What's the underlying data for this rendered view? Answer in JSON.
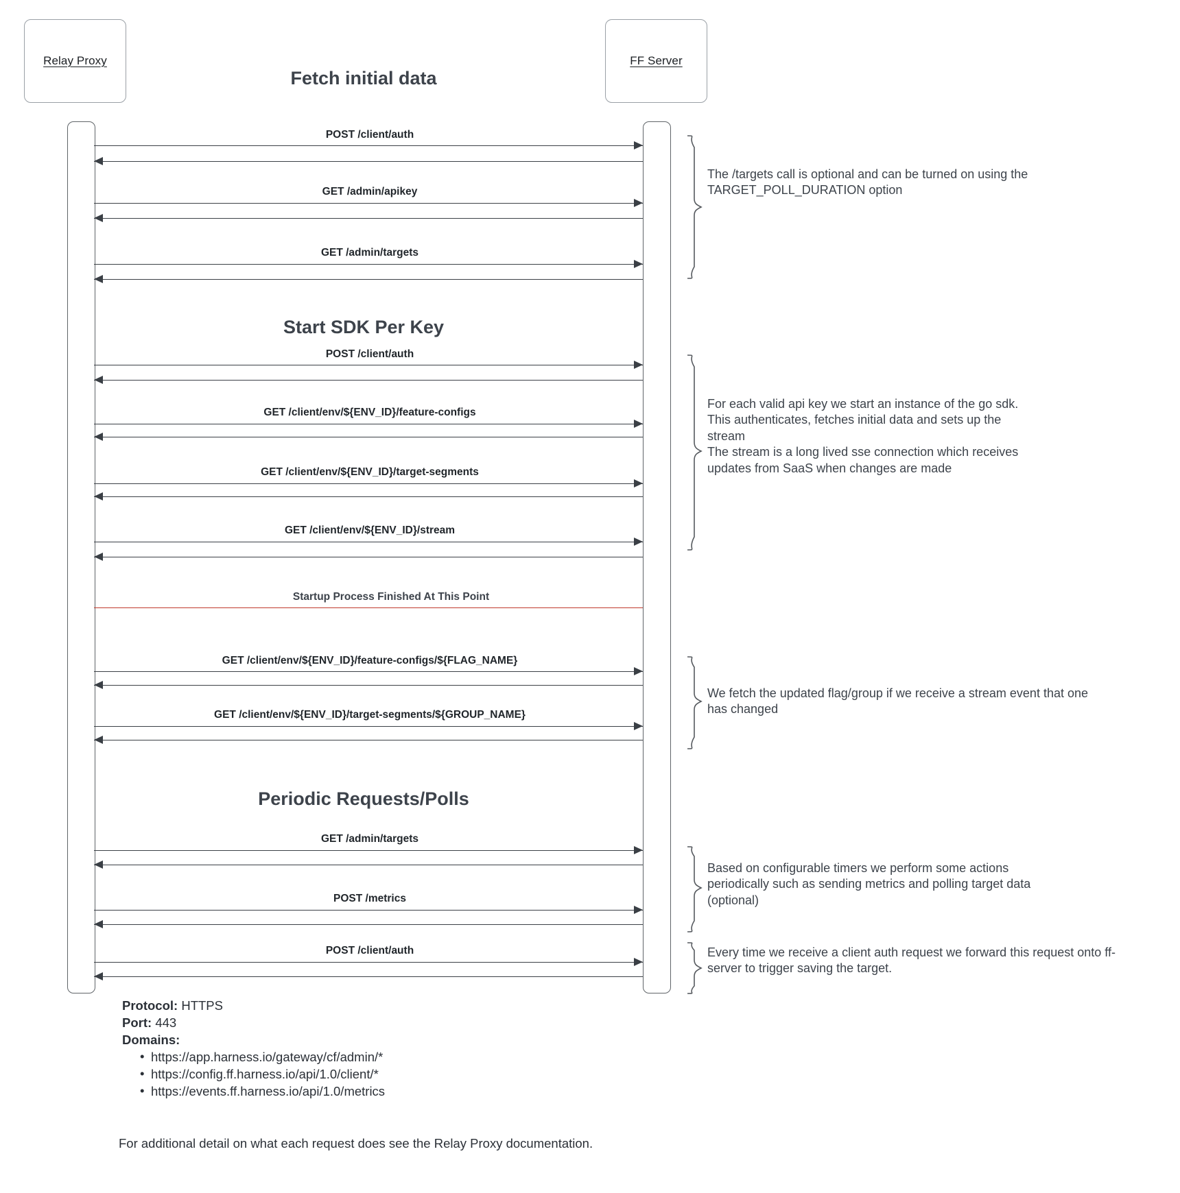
{
  "diagram": {
    "type": "sequence-diagram",
    "participants": [
      {
        "id": "relay-proxy",
        "label": "Relay Proxy"
      },
      {
        "id": "ff-server",
        "label": "FF Server"
      }
    ],
    "sections": [
      {
        "id": "fetch-initial-data",
        "title": "Fetch initial data"
      },
      {
        "id": "start-sdk-per-key",
        "title": "Start SDK Per Key"
      },
      {
        "id": "periodic-requests-polls",
        "title": "Periodic Requests/Polls"
      }
    ],
    "divider": {
      "label": "Startup Process Finished At This Point",
      "color": "#c0392b"
    },
    "messages": [
      {
        "id": "m1",
        "label": "POST /client/auth",
        "direction": "request"
      },
      {
        "id": "m2",
        "label": "GET /admin/apikey",
        "direction": "request"
      },
      {
        "id": "m3",
        "label": "GET /admin/targets",
        "direction": "request"
      },
      {
        "id": "m4",
        "label": "POST /client/auth",
        "direction": "request"
      },
      {
        "id": "m5",
        "label": "GET /client/env/${ENV_ID}/feature-configs",
        "direction": "request"
      },
      {
        "id": "m6",
        "label": "GET /client/env/${ENV_ID}/target-segments",
        "direction": "request"
      },
      {
        "id": "m7",
        "label": "GET /client/env/${ENV_ID}/stream",
        "direction": "request"
      },
      {
        "id": "m8",
        "label": "GET /client/env/${ENV_ID}/feature-configs/${FLAG_NAME}",
        "direction": "request"
      },
      {
        "id": "m9",
        "label": "GET /client/env/${ENV_ID}/target-segments/${GROUP_NAME}",
        "direction": "request"
      },
      {
        "id": "m10",
        "label": "GET /admin/targets",
        "direction": "request"
      },
      {
        "id": "m11",
        "label": "POST /metrics",
        "direction": "request"
      },
      {
        "id": "m12",
        "label": "POST /client/auth",
        "direction": "request"
      }
    ],
    "annotations": [
      {
        "id": "targets-optional",
        "text": "The /targets call is optional and can be turned on using the TARGET_POLL_DURATION option"
      },
      {
        "id": "sdk-instance",
        "text": "For each valid api key we start an instance of the go sdk. This authenticates, fetches initial data and sets up the stream\nThe stream is a long lived sse connection which receives updates from SaaS when changes are made"
      },
      {
        "id": "stream-event-fetch",
        "text": "We fetch the updated flag/group if we receive a stream event that one has changed"
      },
      {
        "id": "configurable-timers",
        "text": "Based on configurable timers we perform some actions periodically such as sending metrics and polling target data (optional)"
      },
      {
        "id": "client-auth-forward",
        "text": "Every time we receive a client auth request we forward this request onto ff-server to trigger saving the target."
      }
    ]
  },
  "footer": {
    "protocol_key": "Protocol:",
    "protocol_value": "HTTPS",
    "port_key": "Port:",
    "port_value": "443",
    "domains_key": "Domains:",
    "domains": [
      "https://app.harness.io/gateway/cf/admin/*",
      "https://config.ff.harness.io/api/1.0/client/*",
      "https://events.ff.harness.io/api/1.0/metrics"
    ],
    "note": "For additional detail on what each request does see the Relay Proxy documentation."
  }
}
